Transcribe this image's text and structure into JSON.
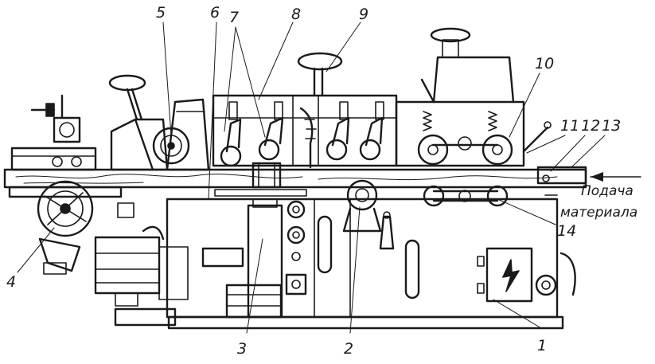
{
  "colors": {
    "ink": "#1a1a1a",
    "paper": "#ffffff"
  },
  "labels": {
    "l1": "1",
    "l2": "2",
    "l3": "3",
    "l4": "4",
    "l5": "5",
    "l6": "6",
    "l7": "7",
    "l8": "8",
    "l9": "9",
    "l10": "10",
    "l11": "11",
    "l12": "12",
    "l13": "13",
    "l14": "14"
  },
  "feed": {
    "line1": "Подача",
    "line2": "материала"
  },
  "icons": {
    "hazard": "lightning-bolt-icon"
  }
}
